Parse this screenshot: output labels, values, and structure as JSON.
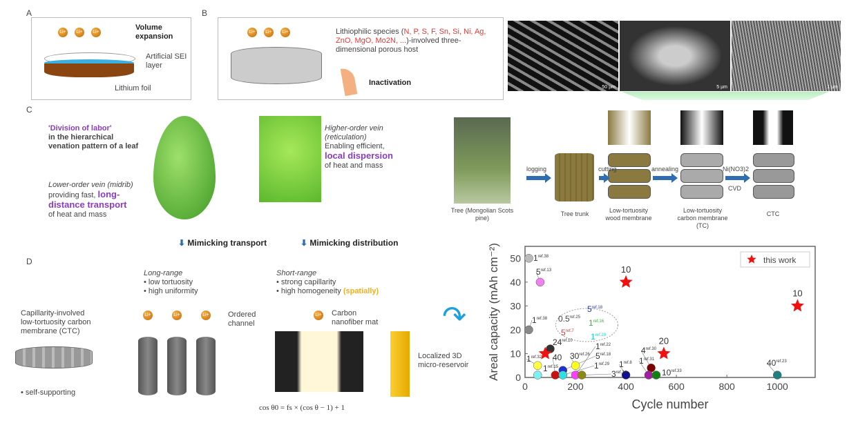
{
  "panels": {
    "a": "A",
    "b": "B",
    "c": "C",
    "d": "D"
  },
  "panelA": {
    "volume": "Volume expansion",
    "sei": "Artificial SEI layer",
    "foil": "Lithium foil",
    "ion": "Li+"
  },
  "panelB": {
    "lith_prefix": "Lithiophilic species (",
    "species": "N, P, S, F, Sn, Si, Ni, Ag, ZnO, MgO, Mo2N, ...",
    "lith_suffix": ")-involved three-dimensional porous host",
    "inactivation": "Inactivation"
  },
  "sem": {
    "scale1": "50 µm",
    "scale2": "5 µm",
    "scale3": "1 µm"
  },
  "panelC": {
    "division": "'Division of labor'",
    "hier": "in the hierarchical venation pattern of a leaf",
    "lower": "Lower-order vein (midrib)",
    "lower_desc1": "providing fast,",
    "lower_hl": "long-distance transport",
    "lower_desc2": "of heat and mass",
    "higher": "Higher-order vein (reticulation)",
    "higher_desc1": "Enabling efficient,",
    "higher_hl": "local dispersion",
    "higher_desc2": "of heat and mass",
    "mim1": "Mimicking transport",
    "mim2": "Mimicking distribution"
  },
  "process": {
    "steps": [
      "Tree (Mongolian Scots pine)",
      "Tree trunk",
      "Low-tortuosity wood membrane",
      "Low-tortuosity carbon membrane (TC)",
      "CTC"
    ],
    "arrows": [
      "logging",
      "cutting",
      "annealing",
      "Ni(NO3)2"
    ],
    "cvd": "CVD"
  },
  "panelD": {
    "ctc": "Capillarity-involved low-tortuosity carbon membrane (CTC)",
    "self": "• self-supporting",
    "long": "Long-range",
    "long1": "• low tortuosity",
    "long2": "• high uniformity",
    "ordered": "Ordered channel",
    "short": "Short-range",
    "short1": "• strong capillarity",
    "short2": "• high homogeneity",
    "spatially": "(spatially)",
    "mat": "Carbon nanofiber mat",
    "reservoir": "Localized 3D micro-reservoir",
    "eq": "cos θ0 = fs × (cos θ − 1) + 1"
  },
  "chart_data": {
    "type": "scatter",
    "xlabel": "Cycle number",
    "ylabel": "Areal capacity (mAh cm⁻²)",
    "xlim": [
      0,
      1150
    ],
    "ylim": [
      0,
      55
    ],
    "xticks": [
      0,
      200,
      400,
      600,
      800,
      1000
    ],
    "yticks": [
      0,
      10,
      20,
      30,
      40,
      50
    ],
    "legend": {
      "label": "this work",
      "position": "top-right"
    },
    "points": [
      {
        "x": 15,
        "y": 50,
        "color": "#bbbbbb",
        "label": "1",
        "ref": "ref.38"
      },
      {
        "x": 60,
        "y": 40,
        "color": "#ee82ee",
        "label": "5",
        "ref": "ref.13"
      },
      {
        "x": 15,
        "y": 20,
        "color": "#888888",
        "label": "1",
        "ref": "ref.38"
      },
      {
        "x": 100,
        "y": 12,
        "color": "#333333",
        "label": "24",
        "ref": "ref.10"
      },
      {
        "x": 50,
        "y": 5,
        "color": "#ffff40",
        "label": "1",
        "ref": "ref.32"
      },
      {
        "x": 50,
        "y": 1,
        "color": "#7ff0f0",
        "label": "1",
        "ref": "ref.15"
      },
      {
        "x": 120,
        "y": 1,
        "color": "#cc1010",
        "label": "40",
        "ref": ""
      },
      {
        "x": 150,
        "y": 3,
        "color": "#2030d0",
        "label": "5",
        "ref": "ref.18"
      },
      {
        "x": 150,
        "y": 1,
        "color": "#30e0e0",
        "label": "1",
        "ref": "ref.29"
      },
      {
        "x": 200,
        "y": 5,
        "color": "#ffff20",
        "label": "30",
        "ref": "ref.26"
      },
      {
        "x": 200,
        "y": 1,
        "color": "#ff40ff",
        "label": "1",
        "ref": "ref.22"
      },
      {
        "x": 225,
        "y": 1,
        "color": "#8a8a10",
        "label": "3",
        "ref": "ref.34"
      },
      {
        "x": 400,
        "y": 1,
        "color": "#101090",
        "label": "1",
        "ref": "ref.8"
      },
      {
        "x": 500,
        "y": 4,
        "color": "#800000",
        "label": "4",
        "ref": "ref.30"
      },
      {
        "x": 490,
        "y": 1,
        "color": "#a020a0",
        "label": "1",
        "ref": "ref.31"
      },
      {
        "x": 520,
        "y": 1,
        "color": "#108010",
        "label": "10",
        "ref": "ref.33"
      },
      {
        "x": 1000,
        "y": 1,
        "color": "#208080",
        "label": "40",
        "ref": "ref.23"
      }
    ],
    "this_work": [
      {
        "x": 80,
        "y": 10,
        "label": ""
      },
      {
        "x": 400,
        "y": 40,
        "label": "10"
      },
      {
        "x": 550,
        "y": 10,
        "label": "20"
      },
      {
        "x": 1080,
        "y": 30,
        "label": "10"
      }
    ],
    "cluster_labels": [
      {
        "label": "0.5",
        "ref": "ref.25",
        "color": "#444444"
      },
      {
        "label": "5",
        "ref": "ref.18",
        "color": "#2030d0"
      },
      {
        "label": "1",
        "ref": "ref.16",
        "color": "#20c020"
      },
      {
        "label": "5",
        "ref": "ref.7",
        "color": "#e33333"
      },
      {
        "label": "1",
        "ref": "ref.29",
        "color": "#20d0d0"
      }
    ]
  }
}
